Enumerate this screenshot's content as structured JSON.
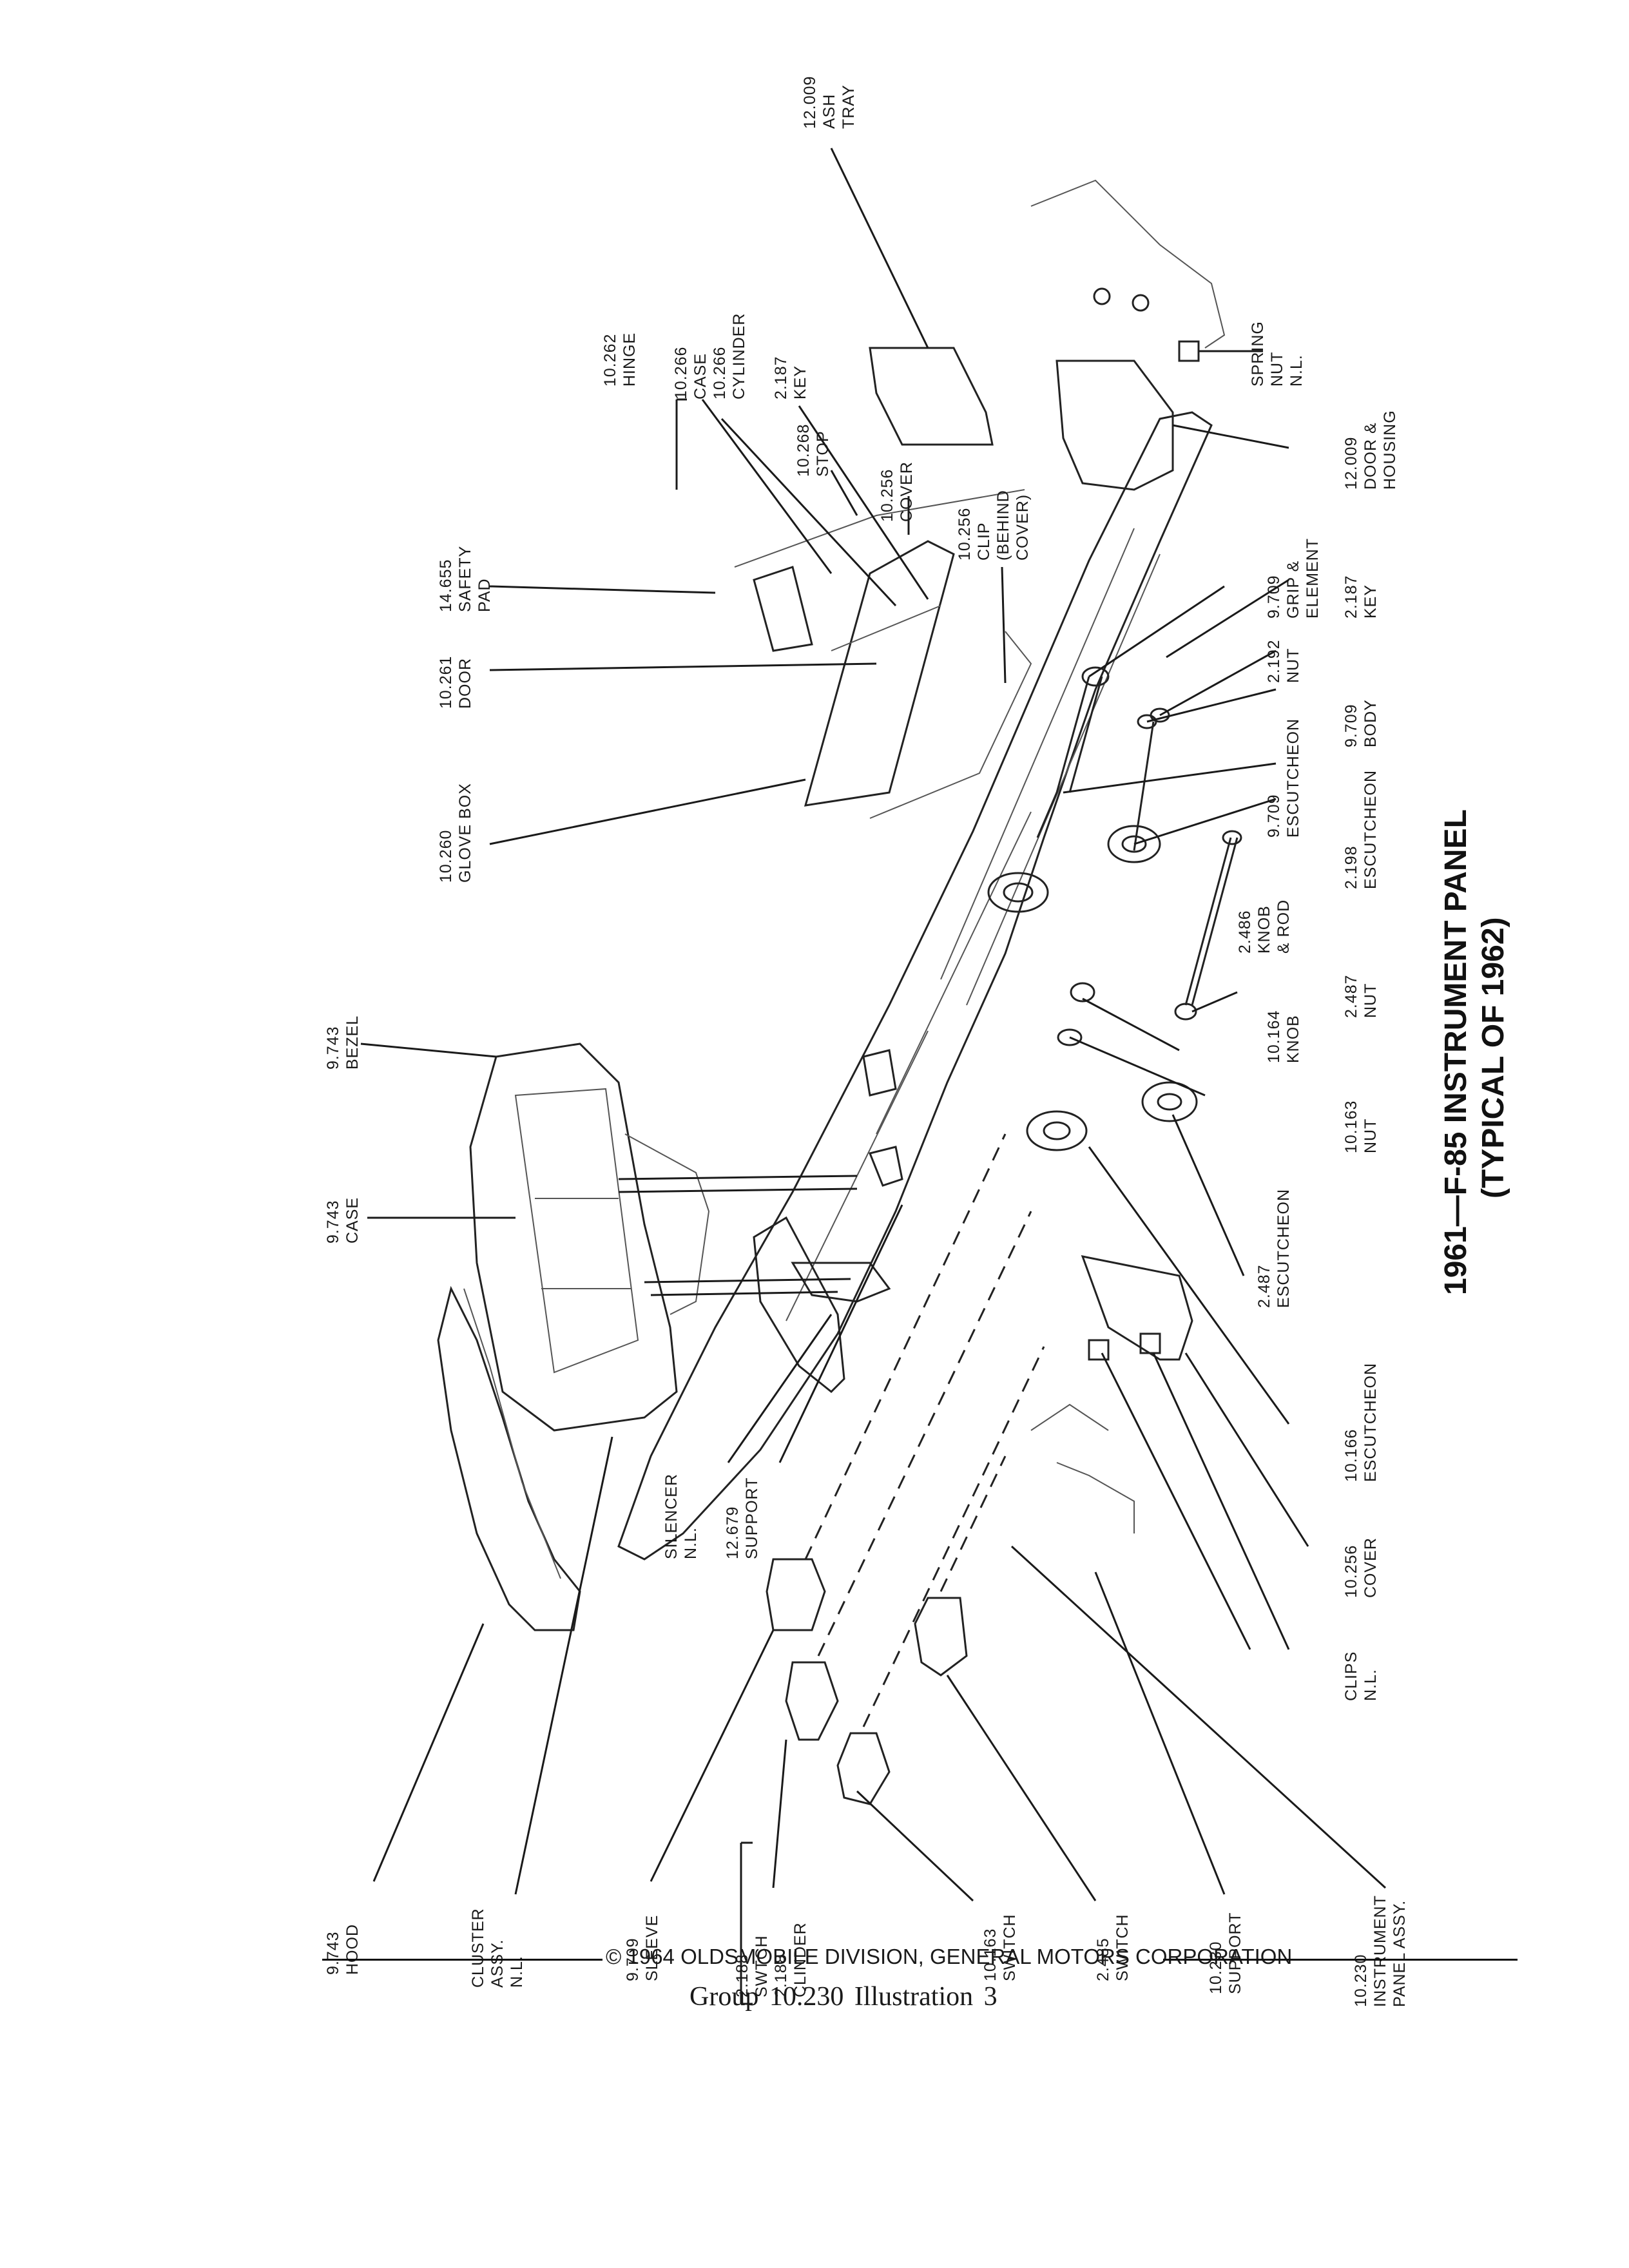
{
  "title": {
    "line1": "1961—F-85 INSTRUMENT PANEL",
    "line2": "(TYPICAL OF 1962)"
  },
  "labels": {
    "ash_tray": [
      "12.009",
      "ASH",
      "TRAY"
    ],
    "hinge": [
      "10.262",
      "HINGE"
    ],
    "case_cylinder": [
      "10.266",
      "CASE",
      "10.266",
      "CYLINDER"
    ],
    "key_top": [
      "2.187",
      "KEY"
    ],
    "stop": [
      "10.268",
      "STOP"
    ],
    "cover_top": [
      "10.256",
      "COVER"
    ],
    "clip": [
      "10.256",
      "CLIP",
      "(BEHIND",
      "COVER)"
    ],
    "safety_pad": [
      "14.655",
      "SAFETY",
      "PAD"
    ],
    "door": [
      "10.261",
      "DOOR"
    ],
    "glove_box": [
      "10.260",
      "GLOVE BOX"
    ],
    "bezel": [
      "9.743",
      "BEZEL"
    ],
    "case": [
      "9.743",
      "CASE"
    ],
    "spring_nut": [
      "SPRING",
      "NUT",
      "N.L."
    ],
    "door_housing": [
      "12.009",
      "DOOR &",
      "HOUSING"
    ],
    "grip_element": [
      "9.709",
      "GRIP &",
      "ELEMENT"
    ],
    "key_right": [
      "2.187",
      "KEY"
    ],
    "nut_2192": [
      "2.192",
      "NUT"
    ],
    "body": [
      "9.709",
      "BODY"
    ],
    "escutcheon_9709": [
      "9.709",
      "ESCUTCHEON"
    ],
    "escutcheon_2198": [
      "2.198",
      "ESCUTCHEON"
    ],
    "knob_rod": [
      "2.486",
      "KNOB",
      "& ROD"
    ],
    "nut_2487": [
      "2.487",
      "NUT"
    ],
    "knob_10164": [
      "10.164",
      "KNOB"
    ],
    "nut_10163": [
      "10.163",
      "NUT"
    ],
    "escutcheon_2487": [
      "2.487",
      "ESCUTCHEON"
    ],
    "escutcheon_10166": [
      "10.166",
      "ESCUTCHEON"
    ],
    "cover_bottom": [
      "10.256",
      "COVER"
    ],
    "clips": [
      "CLIPS",
      "N.L."
    ],
    "silencer": [
      "SILENCER",
      "N.L."
    ],
    "support_12679": [
      "12.679",
      "SUPPORT"
    ],
    "hood": [
      "9.743",
      "HOOD"
    ],
    "cluster": [
      "CLUSTER",
      "ASSY.",
      "N.L."
    ],
    "sleeve": [
      "9.709",
      "SLEEVE"
    ],
    "switch_cylinder": [
      "2.188",
      "SWTCH",
      "2.188",
      "CLINDER"
    ],
    "switch_10163": [
      "10.163",
      "SWITCH"
    ],
    "switch_2485": [
      "2.485",
      "SWITCH"
    ],
    "support_10230": [
      "10.230",
      "SUPPORT"
    ],
    "panel_assy": [
      "10.230",
      "INSTRUMENT",
      "PANEL ASSY."
    ]
  },
  "footer": {
    "copyright": "© 1964 OLDSMOBILE DIVISION, GENERAL MOTORS CORPORATION",
    "group_line": "Group 10.230    Illustration    3"
  }
}
